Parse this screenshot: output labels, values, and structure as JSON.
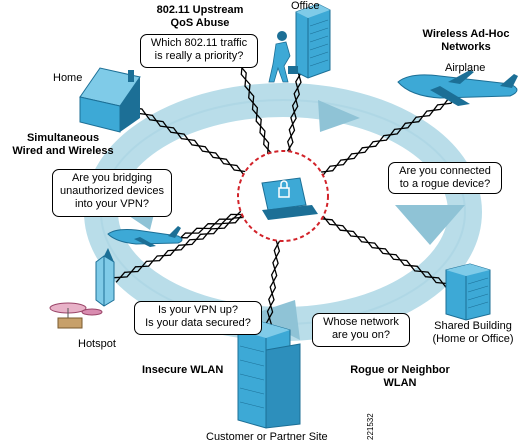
{
  "labels": {
    "upstream_qos": [
      "802.11 Upstream",
      "QoS Abuse"
    ],
    "office": "Office",
    "wireless_adhoc": [
      "Wireless Ad-Hoc",
      "Networks"
    ],
    "airplane": "Airplane",
    "home": "Home",
    "simultaneous": [
      "Simultaneous",
      "Wired and Wireless"
    ],
    "hotspot": "Hotspot",
    "insecure_wlan": "Insecure WLAN",
    "rogue_neighbor": [
      "Rogue or Neighbor",
      "WLAN"
    ],
    "shared_building": [
      "Shared Building",
      "(Home or Office)"
    ],
    "customer_site": "Customer or Partner Site",
    "figure_id": "221532"
  },
  "callouts": {
    "priority": [
      "Which 802.11 traffic",
      "is really a priority?"
    ],
    "bridging": [
      "Are you bridging",
      "unauthorized devices",
      "into your VPN?"
    ],
    "rogue_device": [
      "Are you connected",
      "to a rogue device?"
    ],
    "vpn": [
      "Is your VPN up?",
      "Is your data secured?"
    ],
    "whose_network": [
      "Whose network",
      "are you on?"
    ]
  },
  "colors": {
    "ring": "#b9dde9",
    "ring_arrow": "#8fc3d6",
    "device": "#3da9d6",
    "device_dark": "#1c6f96",
    "center_circle": "#d2232a"
  },
  "icons": {
    "center": "laptop-lock-icon",
    "office": "office-building-icon",
    "home": "house-icon",
    "airplane": "airplane-icon",
    "hotspot": "hotspot-cafe-icon",
    "shared_building": "shared-building-icon",
    "customer_site": "skyscraper-icon"
  }
}
